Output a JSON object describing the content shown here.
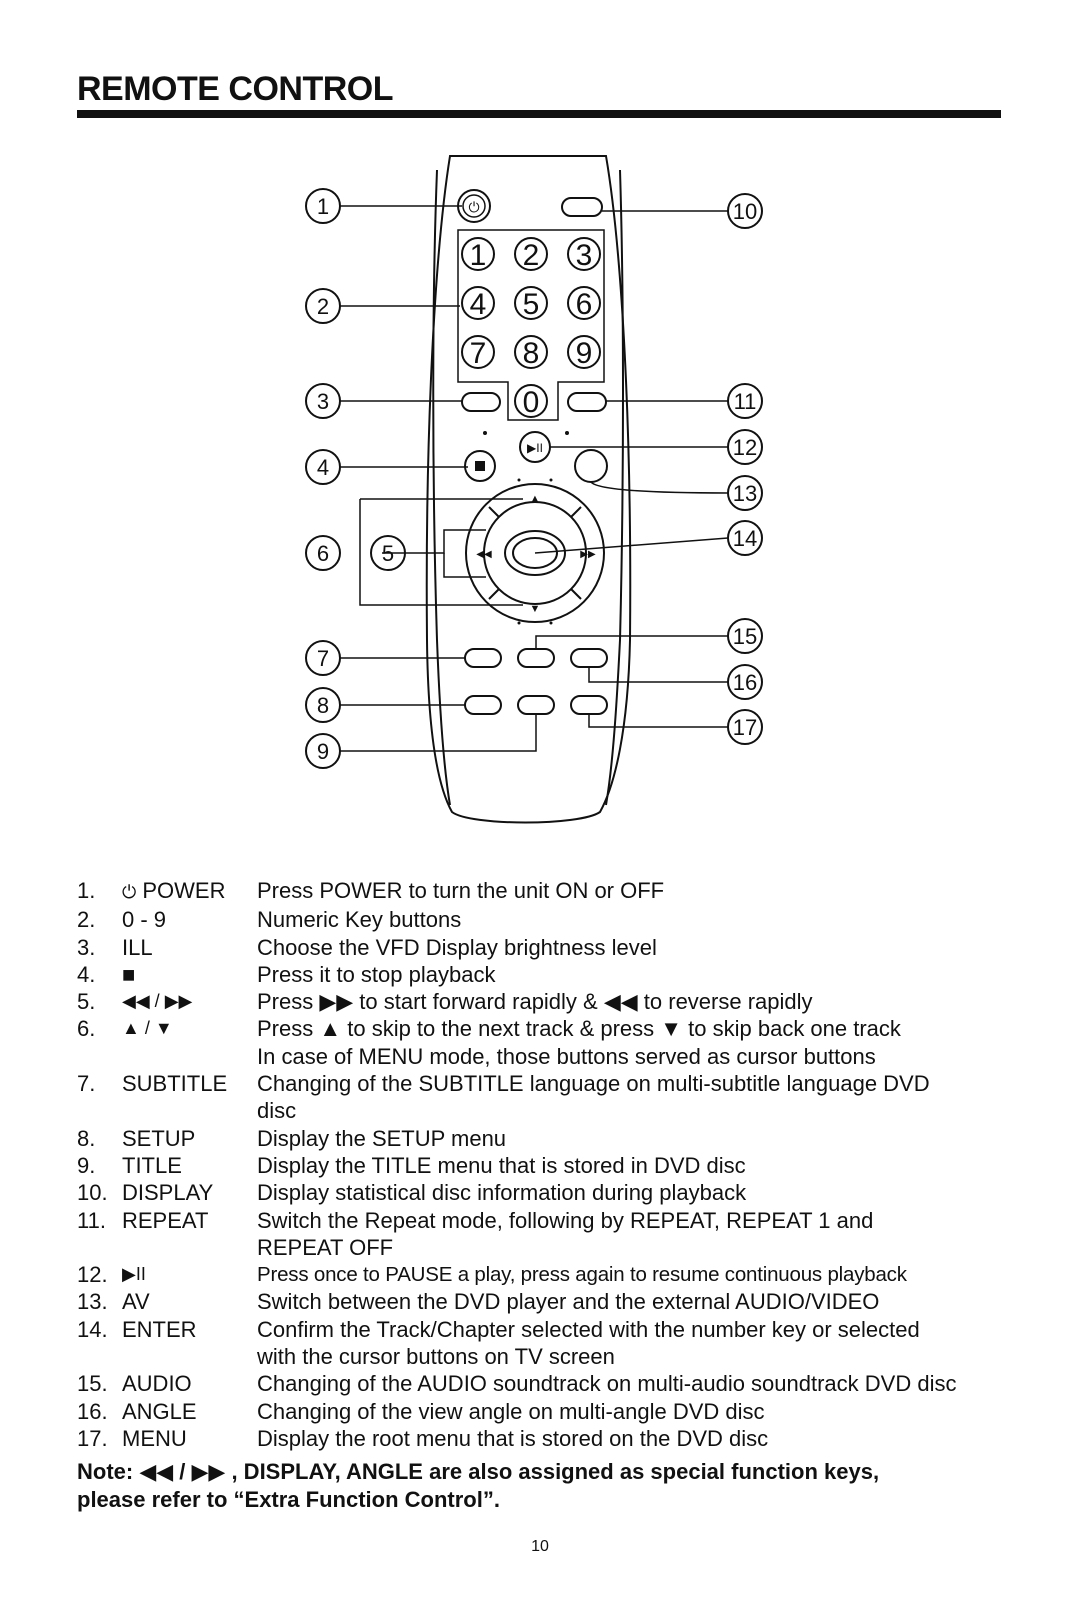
{
  "page": {
    "title": "REMOTE CONTROL",
    "page_number": "10"
  },
  "remote": {
    "digits": [
      "1",
      "2",
      "3",
      "4",
      "5",
      "6",
      "7",
      "8",
      "9",
      "0"
    ],
    "power_symbol": "⏻",
    "play_pause_symbol": "▶II",
    "stop_symbol": "■",
    "up_symbol": "▲",
    "down_symbol": "▼",
    "left_symbol": "◀◀",
    "right_symbol": "▶▶"
  },
  "callouts": [
    "1",
    "2",
    "3",
    "4",
    "5",
    "6",
    "7",
    "8",
    "9",
    "10",
    "11",
    "12",
    "13",
    "14",
    "15",
    "16",
    "17"
  ],
  "items": [
    {
      "num": "1.",
      "icon": "⏻",
      "key": "POWER",
      "desc": "Press POWER to turn the unit ON or OFF"
    },
    {
      "num": "2.",
      "key": "0 - 9",
      "desc": "Numeric Key buttons"
    },
    {
      "num": "3.",
      "key": "ILL",
      "desc": "Choose the VFD Display brightness level"
    },
    {
      "num": "4.",
      "key": "■",
      "desc": "Press it to stop playback"
    },
    {
      "num": "5.",
      "key": "◀◀ / ▶▶",
      "desc": "Press ▶▶ to start forward rapidly & ◀◀ to reverse rapidly"
    },
    {
      "num": "6.",
      "key": "▲ / ▼",
      "desc": "Press ▲ to skip to the next track & press ▼ to skip back one track",
      "desc2": "In case of MENU mode, those buttons served as cursor buttons"
    },
    {
      "num": "7.",
      "key": "SUBTITLE",
      "desc": "Changing of the SUBTITLE language on multi-subtitle language DVD",
      "desc2": "disc"
    },
    {
      "num": "8.",
      "key": "SETUP",
      "desc": "Display the SETUP menu"
    },
    {
      "num": "9.",
      "key": "TITLE",
      "desc": "Display the TITLE menu that is stored in DVD disc"
    },
    {
      "num": "10.",
      "key": "DISPLAY",
      "desc": "Display statistical disc information during playback"
    },
    {
      "num": "11.",
      "key": "REPEAT",
      "desc": "Switch the Repeat mode, following by REPEAT, REPEAT 1 and",
      "desc2": "REPEAT OFF"
    },
    {
      "num": "12.",
      "key": "▶II",
      "desc": "Press once to PAUSE a play, press again to resume continuous playback"
    },
    {
      "num": "13.",
      "key": "AV",
      "desc": "Switch between the DVD player and the external AUDIO/VIDEO"
    },
    {
      "num": "14.",
      "key": "ENTER",
      "desc": "Confirm the Track/Chapter selected with the number key or selected",
      "desc2": "with the cursor buttons on TV screen"
    },
    {
      "num": "15.",
      "key": "AUDIO",
      "desc": "Changing of the AUDIO soundtrack on multi-audio soundtrack DVD disc"
    },
    {
      "num": "16.",
      "key": "ANGLE",
      "desc": "Changing of the view angle on multi-angle DVD disc"
    },
    {
      "num": "17.",
      "key": "MENU",
      "desc": "Display the root menu that is stored on the DVD disc"
    }
  ],
  "note": {
    "line1": "Note: ◀◀ / ▶▶ , DISPLAY, ANGLE are also assigned as special function keys,",
    "line2": "please refer to “Extra Function Control”."
  }
}
